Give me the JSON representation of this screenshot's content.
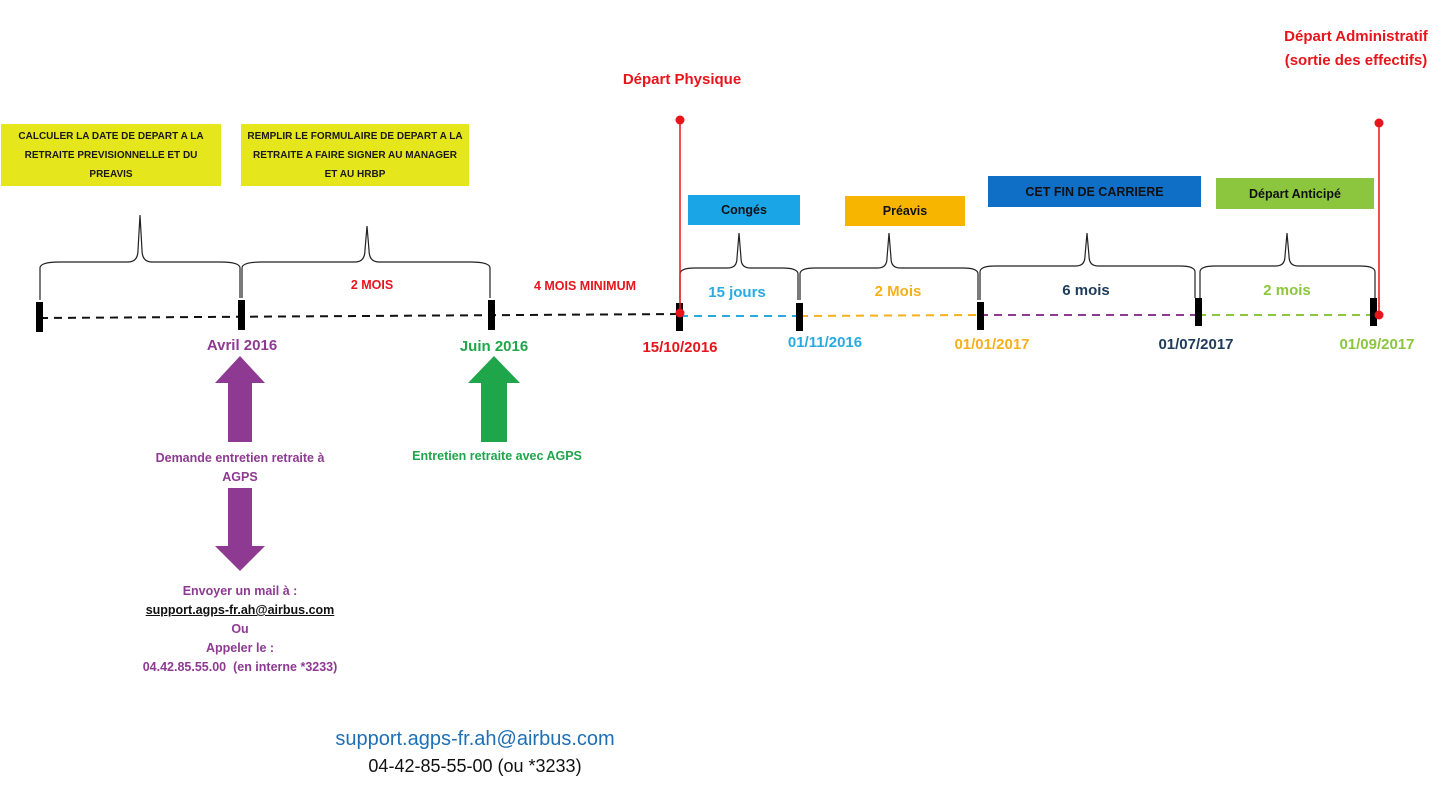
{
  "colors": {
    "purple": "#8e3a92",
    "green": "#1fa64b",
    "red": "#e8141c",
    "cyan": "#29abe2",
    "orange": "#f5b01b",
    "darkblue": "#1f3b5a",
    "lightgreen": "#8cc63f",
    "yellow_box": "#e6e61c",
    "blue_box": "#0f6fc6"
  },
  "icons": [
    "arrow-up-icon",
    "arrow-down-icon",
    "curly-brace-icon",
    "marker-pin-icon"
  ],
  "tasks": {
    "calc": "CALCULER LA DATE DE DEPART A LA RETRAITE PREVISIONNELLE ET DU PREAVIS",
    "form": "REMPLIR LE FORMULAIRE DE DEPART A LA RETRAITE A FAIRE SIGNER AU MANAGER ET AU HRBP"
  },
  "periods": {
    "deux_mois_label": "2 MOIS",
    "quatre_mois_label": "4 MOIS MINIMUM",
    "conges": {
      "box": "Congés",
      "duration": "15 jours"
    },
    "preavis": {
      "box": "Préavis",
      "duration": "2 Mois"
    },
    "cet": {
      "box": "CET FIN DE CARRIERE",
      "duration": "6 mois"
    },
    "anticipe": {
      "box": "Départ Anticipé",
      "duration": "2 mois"
    }
  },
  "milestones": {
    "depart_physique": "Départ Physique",
    "depart_admin_line1": "Départ Administratif",
    "depart_admin_line2": "(sortie des effectifs)"
  },
  "dates": {
    "avril": "Avril 2016",
    "juin": "Juin 2016",
    "d1": "15/10/2016",
    "d2": "01/11/2016",
    "d3": "01/01/2017",
    "d4": "01/07/2017",
    "d5": "01/09/2017"
  },
  "actions": {
    "demande": "Demande entretien retraite à AGPS",
    "entretien": "Entretien retraite avec AGPS"
  },
  "contact": {
    "envoyer": "Envoyer un mail à :",
    "email": "support.agps-fr.ah@airbus.com",
    "ou": "Ou",
    "appeler": "Appeler le :",
    "phone": "04.42.85.55.00",
    "interne": "(en interne *3233)"
  },
  "footer": {
    "email": "support.agps-fr.ah@airbus.com",
    "phone": "04-42-85-55-00 (ou *3233)"
  }
}
